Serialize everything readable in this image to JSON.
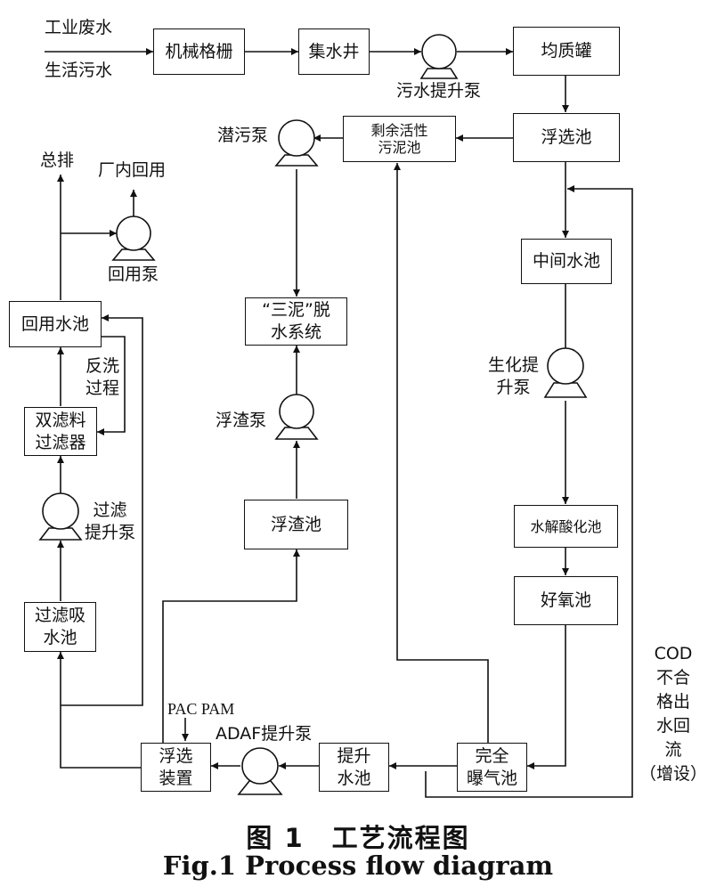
{
  "inputs": {
    "industrial_wastewater": "工业废水",
    "domestic_sewage": "生活污水"
  },
  "boxes": {
    "mechanical_screen": "机械格栅",
    "collection_well": "集水井",
    "equalization_tank": "均质罐",
    "flotation_pond": "浮选池",
    "excess_sludge_tank": "剩余活性\n污泥池",
    "intermediate_pond": "中间水池",
    "sludge_dewatering": "“三泥”脱\n水系统",
    "hydrolysis_acidification": "水解酸化池",
    "aerobic_pond": "好氧池",
    "scum_pond": "浮渣池",
    "complete_aeration": "完全\n曝气池",
    "lift_pond": "提升\n水池",
    "flotation_device": "浮选\n装置",
    "filter_suction_pond": "过滤吸\n水池",
    "dual_media_filter": "双滤料\n过滤器",
    "reuse_pond": "回用水池"
  },
  "pumps": {
    "sewage_lift_pump": "污水提升泵",
    "submersible_pump": "潜污泵",
    "reuse_pump": "回用泵",
    "bio_lift_pump": "生化提\n升泵",
    "scum_pump": "浮渣泵",
    "filter_lift_pump": "过滤\n提升泵",
    "adaf_lift_pump": "ADAF提升泵"
  },
  "labels": {
    "total_discharge": "总排",
    "plant_reuse": "厂内回用",
    "backwash": "反洗\n过程",
    "pac_pam": "PAC PAM",
    "cod_recirculation": "COD\n不合\n格出\n水回\n流\n（增设）"
  },
  "caption": {
    "chinese": "图 1　工艺流程图",
    "english": "Fig.1 Process flow diagram"
  }
}
